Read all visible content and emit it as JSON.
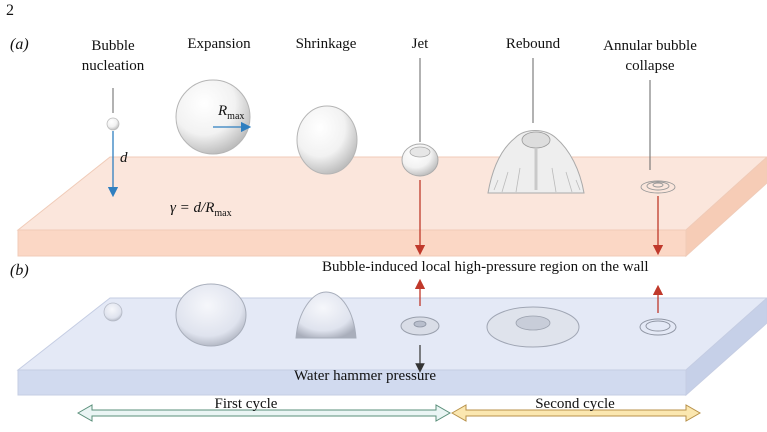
{
  "page_number": "2",
  "panel_a": {
    "tag": "(a)",
    "stages": [
      {
        "line1": "Bubble",
        "line2": "nucleation"
      },
      {
        "line1": "Expansion",
        "line2": ""
      },
      {
        "line1": "Shrinkage",
        "line2": ""
      },
      {
        "line1": "Jet",
        "line2": ""
      },
      {
        "line1": "Rebound",
        "line2": ""
      },
      {
        "line1": "Annular bubble",
        "line2": "collapse"
      }
    ],
    "d_label": "d",
    "rmax_label": "R",
    "rmax_sub": "max",
    "gamma_formula": "γ = d/R",
    "gamma_sub": "max"
  },
  "panel_b": {
    "tag": "(b)",
    "high_pressure_label": "Bubble-induced local high-pressure region on the  wall",
    "water_hammer_label": "Water hammer pressure"
  },
  "cycles": {
    "first": "First cycle",
    "second": "Second cycle"
  },
  "colors": {
    "plate_top_a": "#fbe6dc",
    "plate_front_a": "#fbd9c8",
    "plate_top_b": "#e3e8f5",
    "plate_front_b": "#cfd8ee",
    "accent_blue": "#2f7fc0",
    "accent_red": "#c0392b",
    "first_cycle_arrow": "#e8f4f4",
    "second_cycle_arrow": "#fbe7b0"
  }
}
